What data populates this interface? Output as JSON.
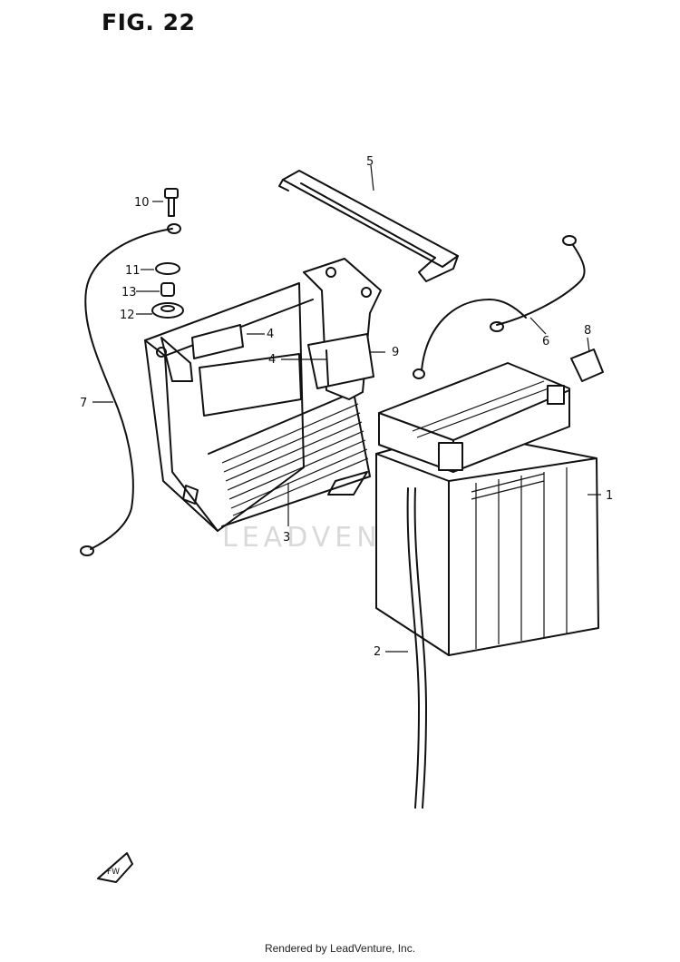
{
  "figure": {
    "title": "FIG. 22",
    "watermark": "LEADVENTURE",
    "credit": "Rendered by LeadVenture, Inc.",
    "direction_marker": "FW"
  },
  "callouts": [
    {
      "id": "1",
      "label": "1"
    },
    {
      "id": "2",
      "label": "2"
    },
    {
      "id": "3",
      "label": "3"
    },
    {
      "id": "4a",
      "label": "4"
    },
    {
      "id": "4b",
      "label": "4"
    },
    {
      "id": "5",
      "label": "5"
    },
    {
      "id": "6",
      "label": "6"
    },
    {
      "id": "7",
      "label": "7"
    },
    {
      "id": "8",
      "label": "8"
    },
    {
      "id": "9",
      "label": "9"
    },
    {
      "id": "10",
      "label": "10"
    },
    {
      "id": "11",
      "label": "11"
    },
    {
      "id": "12",
      "label": "12"
    },
    {
      "id": "13",
      "label": "13"
    }
  ]
}
